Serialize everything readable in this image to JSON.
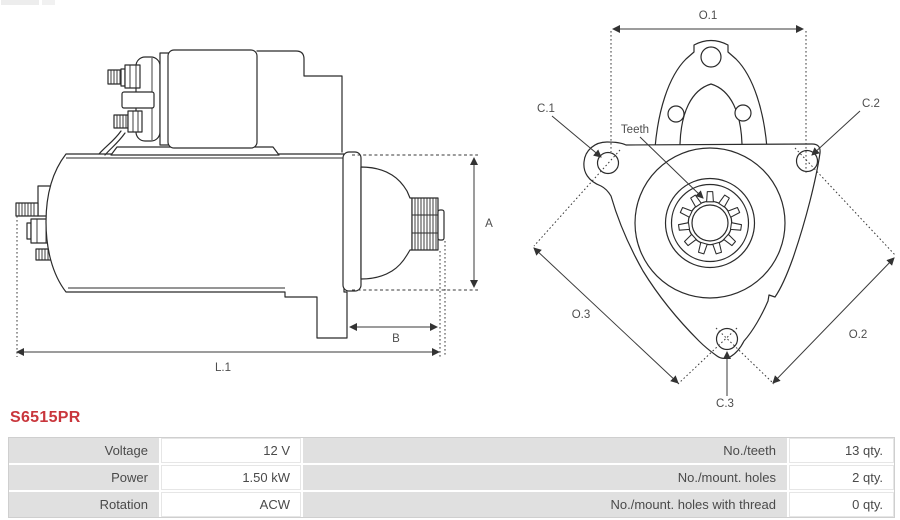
{
  "part_number": "S6515PR",
  "part_number_color": "#c9363c",
  "diagram": {
    "side_view": {
      "dim_length": "L.1",
      "dim_a": "A",
      "dim_b": "B"
    },
    "front_view": {
      "dim_o1": "O.1",
      "dim_o2": "O.2",
      "dim_o3": "O.3",
      "hole_c1": "C.1",
      "hole_c2": "C.2",
      "hole_c3": "C.3",
      "teeth_label": "Teeth"
    }
  },
  "spec_table": {
    "left_rows": [
      {
        "label": "Voltage",
        "value": "12 V"
      },
      {
        "label": "Power",
        "value": "1.50 kW"
      },
      {
        "label": "Rotation",
        "value": "ACW"
      }
    ],
    "right_rows": [
      {
        "label": "No./teeth",
        "value": "13 qty."
      },
      {
        "label": "No./mount. holes",
        "value": "2 qty."
      },
      {
        "label": "No./mount. holes with thread",
        "value": "0 qty."
      }
    ]
  }
}
